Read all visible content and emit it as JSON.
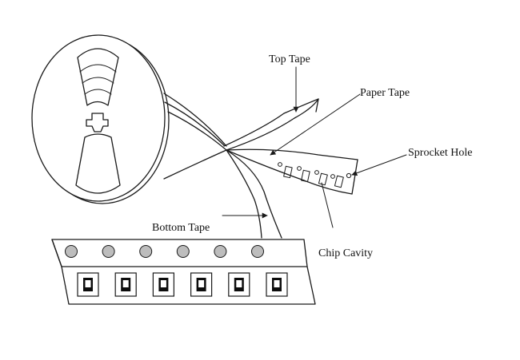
{
  "labels": {
    "top_tape": "Top Tape",
    "paper_tape": "Paper Tape",
    "sprocket_hole": "Sprocket Hole",
    "bottom_tape": "Bottom Tape",
    "chip_cavity": "Chip Cavity"
  },
  "colors": {
    "line": "#1a1a1a",
    "sprocket_fill": "#bdbdbd",
    "chip_fill": "#0d0d0d"
  },
  "strip": {
    "sprocket_count": 6,
    "cavity_count": 6
  }
}
